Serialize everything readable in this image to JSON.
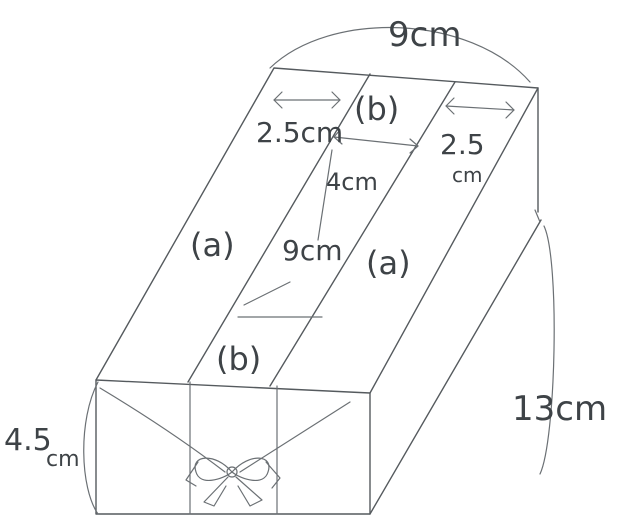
{
  "labels": {
    "total_width": "9cm",
    "left_flap": "2.5cm",
    "right_flap_num": "2.5",
    "right_flap_unit": "cm",
    "middle_gap": "4cm",
    "inner_length": "9cm",
    "region_a": "(a)",
    "region_b": "(b)",
    "length": "13cm",
    "height_num": "4.5",
    "height_unit": "cm"
  },
  "colors": {
    "pencil": "#555a5e"
  },
  "icons": {
    "ribbon_bow": "bow-icon"
  }
}
